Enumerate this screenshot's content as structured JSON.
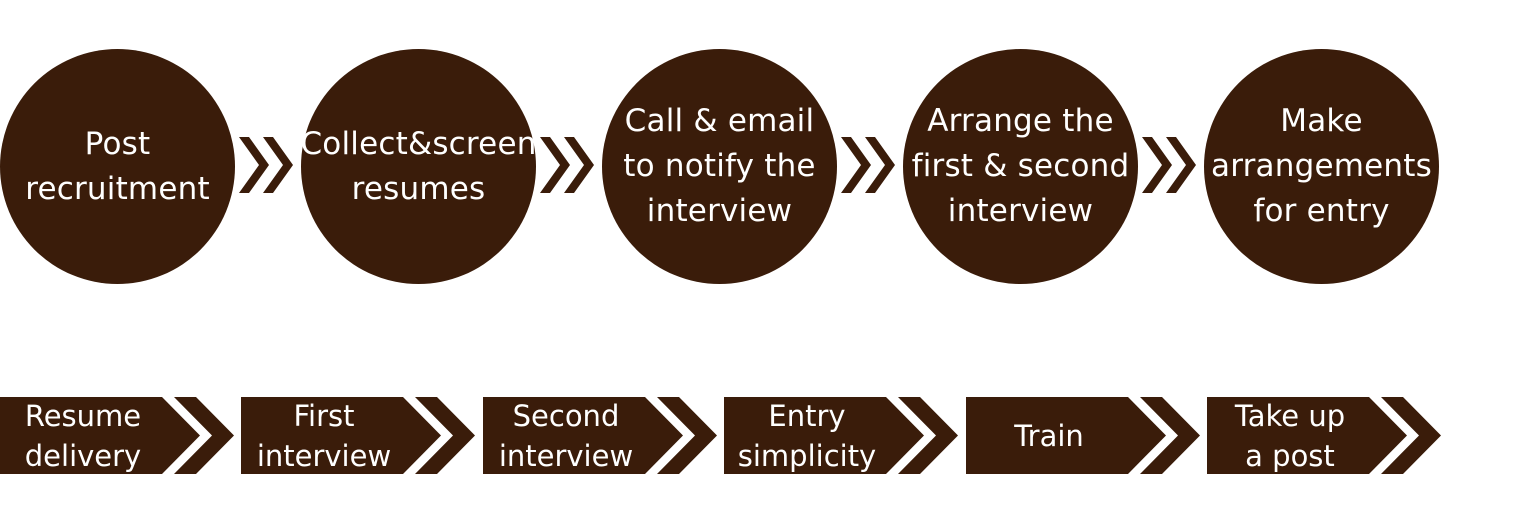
{
  "colors": {
    "primary": "#3a1c0a",
    "text": "#ffffff",
    "background": "#ffffff"
  },
  "process": {
    "steps": [
      {
        "label": "Post\nrecruitment"
      },
      {
        "label": "Collect&screen\nresumes"
      },
      {
        "label": "Call & email\nto notify the\ninterview"
      },
      {
        "label": "Arrange the\nfirst & second\ninterview"
      },
      {
        "label": "Make\narrangements\nfor entry"
      }
    ],
    "connector_icon": "double-chevron-right-icon"
  },
  "timeline": {
    "steps": [
      {
        "label": "Resume\ndelivery"
      },
      {
        "label": "First\ninterview"
      },
      {
        "label": "Second\ninterview"
      },
      {
        "label": "Entry\nsimplicity"
      },
      {
        "label": "Train"
      },
      {
        "label": "Take up\na post"
      }
    ],
    "arrow_icon": "double-chevron-right-icon"
  }
}
